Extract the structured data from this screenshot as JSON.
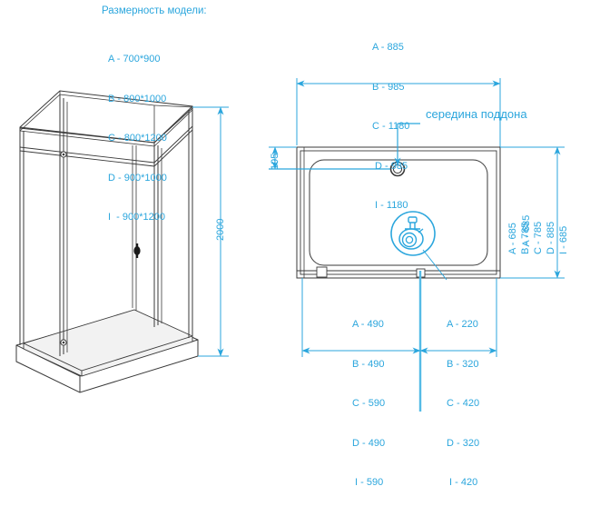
{
  "drawing": {
    "title": "Shower cabin technical drawing",
    "accent_color": "#2ba6dd",
    "line_color": "#3a3a3a"
  },
  "model_legend": {
    "heading": "Размерность модели:",
    "items": [
      "A - 700*900",
      "B - 800*1000",
      "C - 800*1200",
      "D - 900*1000",
      "I  - 900*1200"
    ]
  },
  "plan_width_list": {
    "items": [
      "A - 885",
      "B - 985",
      "C - 1180",
      " D - 985",
      " I - 1180"
    ]
  },
  "plan_depth_list": {
    "items": [
      "A - 685",
      "B - 785",
      "C - 785",
      "D - 885",
      "I - 685"
    ]
  },
  "drain_offset_list": {
    "items": [
      "A - 490",
      "B - 490",
      "C - 590",
      "D - 490",
      " I - 590"
    ]
  },
  "drain_side_list": {
    "items": [
      "A - 220",
      "B - 320",
      "C - 420",
      "D - 320",
      " I - 420"
    ]
  },
  "callout": {
    "center_of_tray": "середина поддона"
  },
  "dimensions": {
    "height": "2000",
    "tray_edge": "195"
  },
  "icons": {
    "drain": "drain-siphon-icon",
    "faucet_hole": "faucet-hole-icon",
    "door_handle": "door-handle-icon"
  }
}
